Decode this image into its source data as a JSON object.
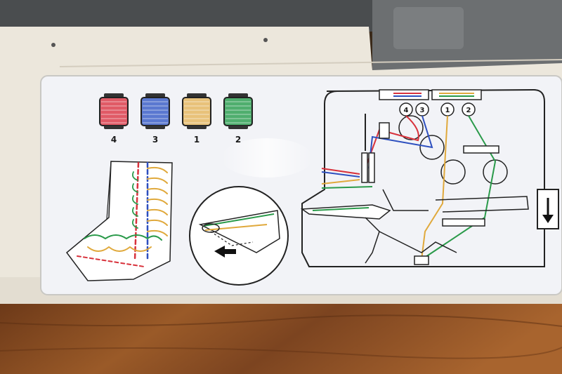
{
  "spools": [
    {
      "label": "4",
      "color": "#e05a66"
    },
    {
      "label": "3",
      "color": "#5a78d0"
    },
    {
      "label": "1",
      "color": "#e8c27a"
    },
    {
      "label": "2",
      "color": "#4fae6e"
    }
  ],
  "threading_numbers": [
    "4",
    "3",
    "1",
    "2"
  ],
  "colors": {
    "red": "#d8323c",
    "blue": "#2d4fbf",
    "yellow": "#e0a93c",
    "green": "#2a9a4a",
    "wood": "#8a4e22",
    "panel": "#f2f3f7",
    "plastic": "#ece7dc"
  },
  "icons": [
    "down-arrow-icon",
    "left-arrow-icon"
  ]
}
